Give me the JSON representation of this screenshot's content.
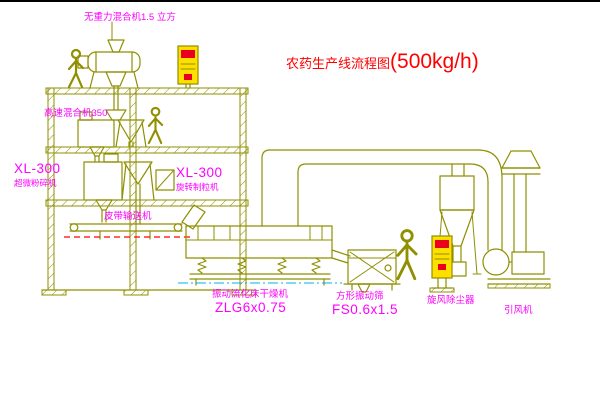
{
  "title": {
    "prefix": "农药生产线流程图",
    "capacity": "(500kg/h)"
  },
  "labels": {
    "top_mixer": "无重力混合机1.5 立方",
    "high_speed_mixer": "高速混合机350",
    "xl300_left": {
      "model": "XL-300",
      "name": "超微粉碎机"
    },
    "xl300_center": {
      "model": "XL-300",
      "name": "旋转制粒机"
    },
    "belt_conveyor": "皮带输送机",
    "dryer": {
      "name": "振动流化床干燥机",
      "model": "ZLG6x0.75"
    },
    "sieve": {
      "name": "方形振动筛",
      "model": "FS0.6x1.5"
    },
    "cyclone": "旋风除尘器",
    "fan": "引风机"
  },
  "colors": {
    "line": "#8f8f00",
    "label": "#ff00ff",
    "title": "#ff0000",
    "panel": "#ffdf00",
    "accent": "#e8001c",
    "center": "#00b0f0",
    "dashred": "#ff0000"
  }
}
